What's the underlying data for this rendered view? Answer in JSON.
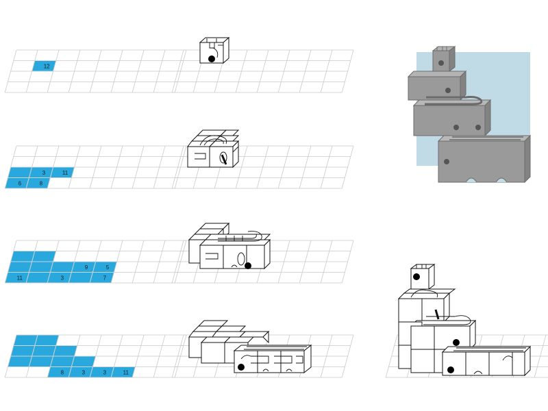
{
  "diagram": {
    "rows": [
      {
        "cells": [
          {
            "c": 2,
            "r": 1,
            "n": "12"
          }
        ]
      },
      {
        "cells": [
          {
            "c": 1,
            "r": 2,
            "n": ""
          },
          {
            "c": 2,
            "r": 2,
            "n": "3"
          },
          {
            "c": 3,
            "r": 2,
            "n": "11"
          },
          {
            "c": 1,
            "r": 3,
            "n": "6"
          },
          {
            "c": 2,
            "r": 3,
            "n": "8"
          }
        ]
      },
      {
        "cells": [
          {
            "c": 1,
            "r": 1,
            "n": ""
          },
          {
            "c": 2,
            "r": 1,
            "n": ""
          },
          {
            "c": 1,
            "r": 2,
            "n": ""
          },
          {
            "c": 2,
            "r": 2,
            "n": ""
          },
          {
            "c": 3,
            "r": 2,
            "n": ""
          },
          {
            "c": 4,
            "r": 2,
            "n": "9"
          },
          {
            "c": 5,
            "r": 2,
            "n": "5"
          },
          {
            "c": 1,
            "r": 3,
            "n": "11"
          },
          {
            "c": 2,
            "r": 3,
            "n": ""
          },
          {
            "c": 3,
            "r": 3,
            "n": "3"
          },
          {
            "c": 4,
            "r": 3,
            "n": ""
          },
          {
            "c": 5,
            "r": 3,
            "n": "7"
          }
        ]
      },
      {
        "cells": [
          {
            "c": 1,
            "r": 0,
            "n": ""
          },
          {
            "c": 2,
            "r": 0,
            "n": ""
          },
          {
            "c": 1,
            "r": 1,
            "n": ""
          },
          {
            "c": 2,
            "r": 1,
            "n": ""
          },
          {
            "c": 3,
            "r": 1,
            "n": ""
          },
          {
            "c": 1,
            "r": 2,
            "n": ""
          },
          {
            "c": 2,
            "r": 2,
            "n": ""
          },
          {
            "c": 3,
            "r": 2,
            "n": ""
          },
          {
            "c": 4,
            "r": 2,
            "n": ""
          },
          {
            "c": 3,
            "r": 3,
            "n": "8"
          },
          {
            "c": 4,
            "r": 3,
            "n": "3"
          },
          {
            "c": 5,
            "r": 3,
            "n": "3"
          },
          {
            "c": 6,
            "r": 3,
            "n": "11"
          }
        ]
      }
    ],
    "colors": {
      "cell": "#29a8dd",
      "grid": "#c9c9c9",
      "photo_background": "#c0dbe6",
      "wood": "#9a9a9a",
      "ink": "#111111"
    }
  }
}
